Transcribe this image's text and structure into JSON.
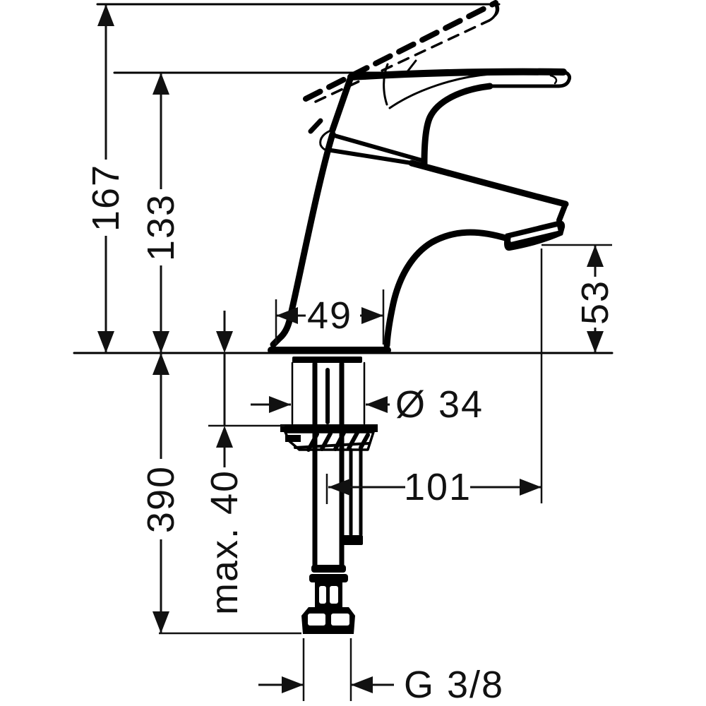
{
  "drawing": {
    "type": "technical-dimension-drawing",
    "subject": "single-lever basin mixer faucet, side view with mounting hardware",
    "labels": {
      "total_height": "167",
      "handle_height": "133",
      "base_width": "49",
      "spout_height": "53",
      "shank_diameter": "Ø 34",
      "spout_reach": "101",
      "below_counter_length": "390",
      "max_mounting_thickness": "max. 40",
      "connection_thread": "G 3/8"
    },
    "colors": {
      "ink": "#000000",
      "background": "#ffffff"
    }
  }
}
